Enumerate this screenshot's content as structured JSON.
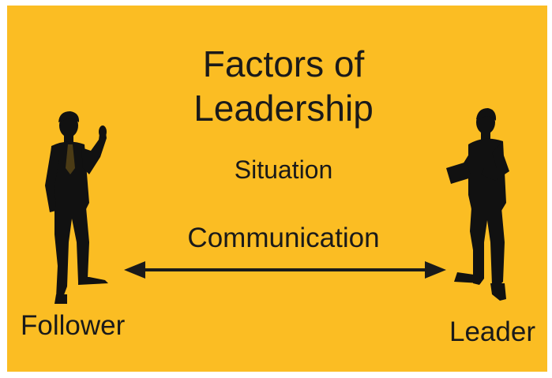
{
  "diagram": {
    "title_line1": "Factors of",
    "title_line2": "Leadership",
    "situation_label": "Situation",
    "communication_label": "Communication",
    "follower_label": "Follower",
    "leader_label": "Leader"
  },
  "colors": {
    "background": "#fbbd23",
    "ink": "#1a1a1a"
  },
  "icons": [
    "follower-silhouette-icon",
    "leader-silhouette-icon",
    "double-arrow-icon"
  ]
}
